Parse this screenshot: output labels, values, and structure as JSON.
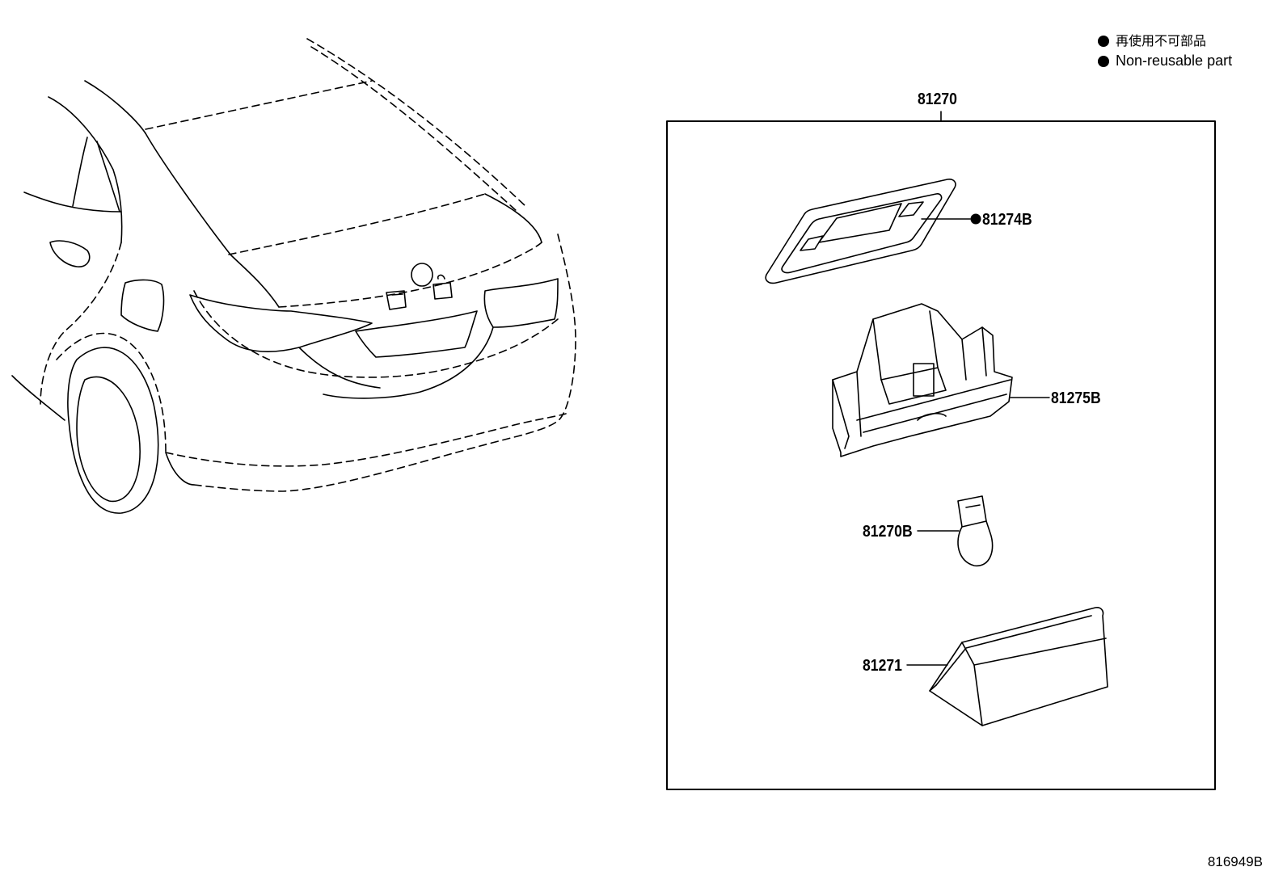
{
  "legend": {
    "items": [
      {
        "label": "再使用不可部品",
        "icon": "filled-circle-icon"
      },
      {
        "label": "Non-reusable part",
        "icon": "filled-circle-icon"
      }
    ]
  },
  "assembly": {
    "part_no": "81270",
    "components": [
      {
        "part_no": "81274B",
        "non_reusable": true
      },
      {
        "part_no": "81275B",
        "non_reusable": false
      },
      {
        "part_no": "81270B",
        "non_reusable": false
      },
      {
        "part_no": "81271",
        "non_reusable": false
      }
    ]
  },
  "drawing_code": "816949B"
}
